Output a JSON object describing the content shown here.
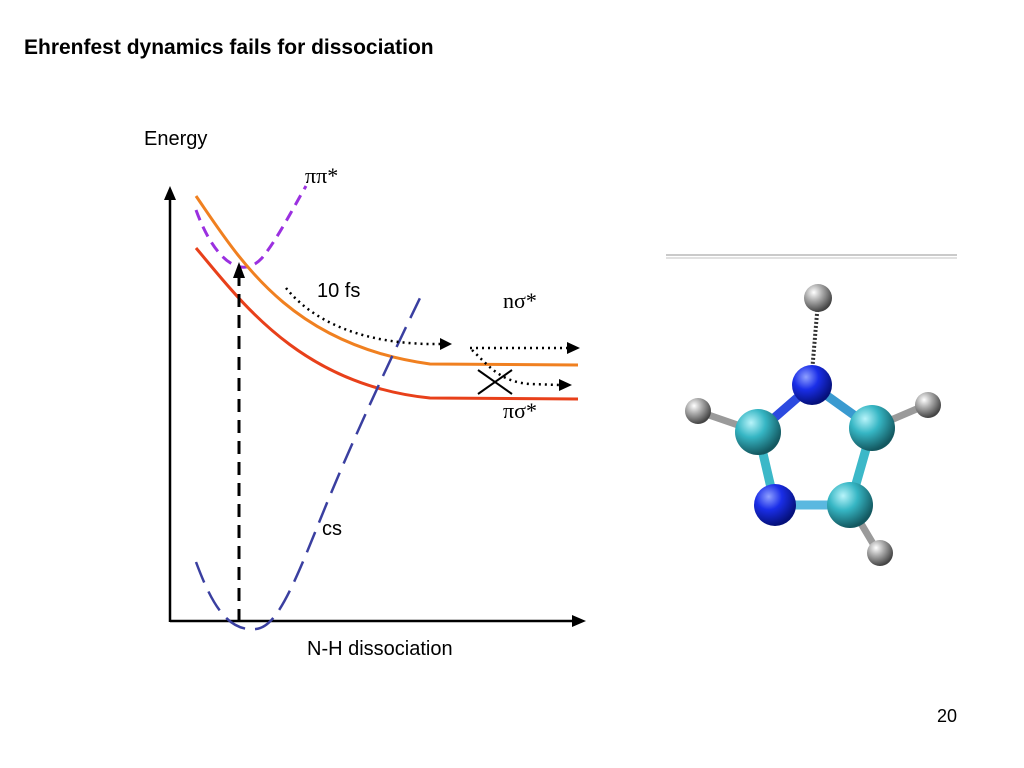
{
  "slide": {
    "title": "Ehrenfest dynamics fails for dissociation",
    "page_number": "20"
  },
  "diagram": {
    "y_axis_label": "Energy",
    "x_axis_label": "N-H dissociation",
    "state_labels": {
      "pipi": "ππ*",
      "nsigma": "nσ*",
      "pisigma": "πσ*",
      "cs": "cs"
    },
    "time_label": "10 fs"
  },
  "colors": {
    "pipi_curve": "#9b30e0",
    "upper_orange_curve": "#f08020",
    "lower_red_curve": "#e8401a",
    "cs_curve": "#3a3fa0",
    "nitrogen": "#1020d8",
    "carbon": "#30b0c0",
    "hydrogen": "#9a9a9a",
    "divider": "#b8b8b8"
  },
  "molecule": {
    "atoms": [
      "H",
      "N",
      "C",
      "C",
      "C",
      "N",
      "H",
      "H",
      "H"
    ]
  }
}
